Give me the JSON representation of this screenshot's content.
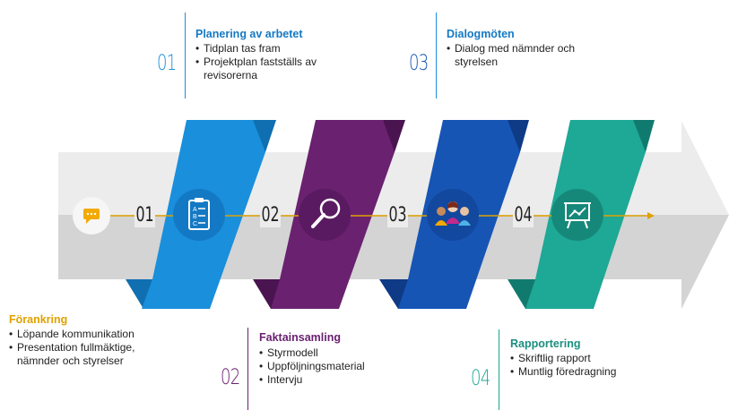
{
  "colors": {
    "blue": "#1a8fdc",
    "purple": "#6a2170",
    "darkblue": "#1755b5",
    "teal": "#1ea896",
    "gold": "#e0a100",
    "arrow_light": "#ececec",
    "arrow_dark": "#d5d5d5"
  },
  "icons": {
    "start": "chat-bubble-icon",
    "step1": "clipboard-checklist-icon",
    "step2": "magnifier-icon",
    "step3": "people-group-icon",
    "step4": "presentation-board-icon"
  },
  "step_numbers": [
    "01",
    "02",
    "03",
    "04"
  ],
  "top_boxes": [
    {
      "number": "01",
      "title": "Planering av arbetet",
      "bullets": [
        "Tidplan tas fram",
        "Projektplan fastställs av revisorerna"
      ]
    },
    {
      "number": "03",
      "title": "Dialogmöten",
      "bullets": [
        "Dialog med nämnder och styrelsen"
      ]
    }
  ],
  "bottom_boxes": [
    {
      "title": "Förankring",
      "bullets": [
        "Löpande kommunikation",
        "Presentation fullmäktige, nämnder och styrelser"
      ]
    },
    {
      "number": "02",
      "title": "Faktainsamling",
      "bullets": [
        "Styrmodell",
        "Uppföljningsmaterial",
        "Intervju"
      ]
    },
    {
      "number": "04",
      "title": "Rapportering",
      "bullets": [
        "Skriftlig rapport",
        "Muntlig föredragning"
      ]
    }
  ]
}
